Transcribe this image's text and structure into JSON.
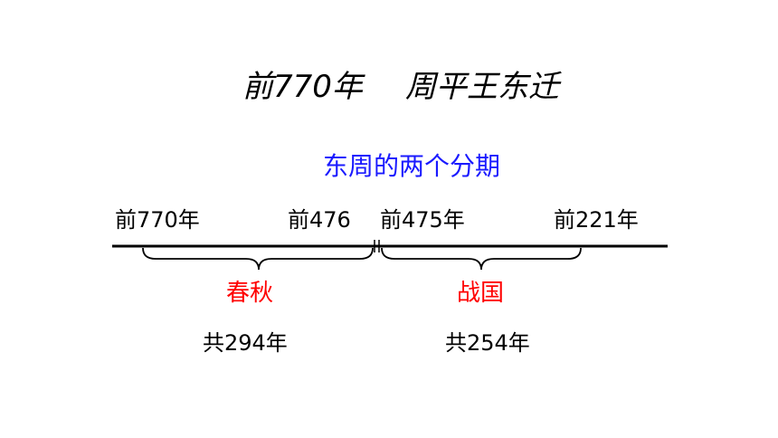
{
  "headline": {
    "date": "前770年",
    "event": "周平王东迁"
  },
  "subtitle": "东周的两个分期",
  "colors": {
    "subtitle": "#1a1aff",
    "period": "#ff0000",
    "text": "#000000"
  },
  "timeline": {
    "dates": [
      "前770年",
      "前476",
      "前475年",
      "前221年"
    ],
    "periods": [
      {
        "name": "春秋",
        "duration": "共294年"
      },
      {
        "name": "战国",
        "duration": "共254年"
      }
    ]
  }
}
